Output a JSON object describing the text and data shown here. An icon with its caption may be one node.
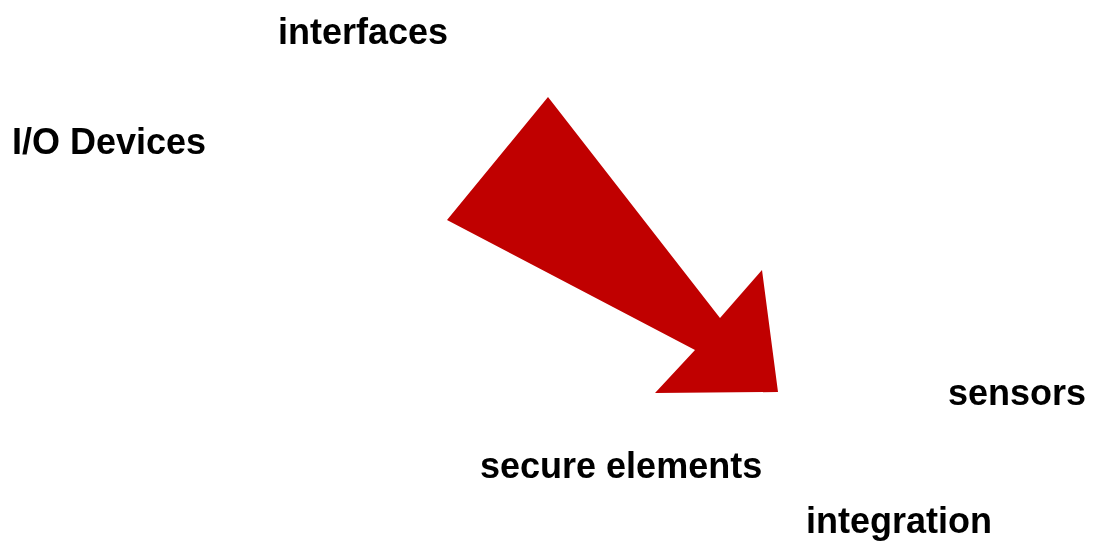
{
  "diagram": {
    "labels": [
      "interfaces",
      "I/O Devices",
      "sensors",
      "secure elements",
      "integration"
    ]
  }
}
